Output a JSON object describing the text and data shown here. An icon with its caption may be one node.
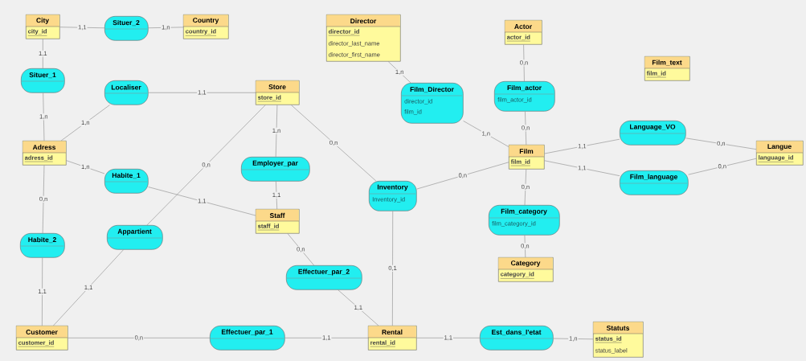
{
  "diagram": {
    "nodes": [
      {
        "text": [
          "City",
          "city_id"
        ]
      },
      {
        "text": [
          "Situer_2"
        ]
      },
      {
        "text": [
          "Country",
          "country_id"
        ]
      },
      {
        "text": [
          "Director",
          "director_id",
          "director_last_name",
          "director_first_name"
        ]
      },
      {
        "text": [
          "Actor",
          "actor_id"
        ]
      },
      {
        "text": [
          "Film_text",
          "film_id"
        ]
      },
      {
        "text": [
          "Situer_1"
        ]
      },
      {
        "text": [
          "Localiser"
        ]
      },
      {
        "text": [
          "Store",
          "store_id"
        ]
      },
      {
        "text": [
          "Film_Director",
          "director_id",
          "film_id"
        ]
      },
      {
        "text": [
          "Film_actor",
          "film_actor_id"
        ]
      },
      {
        "text": [
          "Adress",
          "adress_id"
        ]
      },
      {
        "text": [
          "Employer_par"
        ]
      },
      {
        "text": [
          "Habite_1"
        ]
      },
      {
        "text": [
          "Language_VO"
        ]
      },
      {
        "text": [
          "Film",
          "film_id"
        ]
      },
      {
        "text": [
          "Langue",
          "language_id"
        ]
      },
      {
        "text": [
          "Inventory",
          "Inventory_id"
        ]
      },
      {
        "text": [
          "Film_language"
        ]
      },
      {
        "text": [
          "Staff",
          "staff_id"
        ]
      },
      {
        "text": [
          "Habite_2"
        ]
      },
      {
        "text": [
          "Appartient"
        ]
      },
      {
        "text": [
          "Film_category",
          "film_category_id"
        ]
      },
      {
        "text": [
          "Category",
          "category_id"
        ]
      },
      {
        "text": [
          "Effectuer_par_2"
        ]
      },
      {
        "text": [
          "Customer",
          "customer_id"
        ]
      },
      {
        "text": [
          "Effectuer_par_1"
        ]
      },
      {
        "text": [
          "Rental",
          "rental_id"
        ]
      },
      {
        "text": [
          "Est_dans_l'etat"
        ]
      },
      {
        "text": [
          "Statuts",
          "status_id",
          "status_label"
        ]
      }
    ],
    "edges": [
      {
        "from": 0,
        "to": 1,
        "arrow": "none",
        "label": "1,1"
      },
      {
        "from": 1,
        "to": 2,
        "arrow": "none",
        "label": "1,n"
      },
      {
        "from": 0,
        "to": 6,
        "arrow": "none",
        "label": "1,1"
      },
      {
        "from": 6,
        "to": 11,
        "arrow": "none",
        "label": "1,n"
      },
      {
        "from": 7,
        "to": 11,
        "arrow": "none",
        "label": "1,n"
      },
      {
        "from": 7,
        "to": 8,
        "arrow": "none",
        "label": "1,1"
      },
      {
        "from": 3,
        "to": 9,
        "arrow": "none",
        "label": "1,n"
      },
      {
        "from": 9,
        "to": 15,
        "arrow": "none",
        "label": "1,n"
      },
      {
        "from": 4,
        "to": 10,
        "arrow": "none",
        "label": "0,n"
      },
      {
        "from": 10,
        "to": 15,
        "arrow": "none",
        "label": "0,n"
      },
      {
        "from": 8,
        "to": 12,
        "arrow": "none",
        "label": "1,n"
      },
      {
        "from": 12,
        "to": 19,
        "arrow": "none",
        "label": "1,1"
      },
      {
        "from": 8,
        "to": 17,
        "arrow": "none",
        "label": "0,n"
      },
      {
        "from": 8,
        "to": 21,
        "arrow": "none",
        "label": "0,n"
      },
      {
        "from": 11,
        "to": 13,
        "arrow": "none",
        "label": "1,n"
      },
      {
        "from": 13,
        "to": 19,
        "arrow": "none",
        "label": "1,1"
      },
      {
        "from": 15,
        "to": 14,
        "arrow": "none",
        "label": "1,1"
      },
      {
        "from": 14,
        "to": 16,
        "arrow": "none",
        "label": "0,n"
      },
      {
        "from": 15,
        "to": 18,
        "arrow": "none",
        "label": "1,1"
      },
      {
        "from": 18,
        "to": 16,
        "arrow": "none",
        "label": "0,n"
      },
      {
        "from": 17,
        "to": 15,
        "arrow": "none",
        "label": "0,n"
      },
      {
        "from": 15,
        "to": 22,
        "arrow": "none",
        "label": "0,n"
      },
      {
        "from": 22,
        "to": 23,
        "arrow": "none",
        "label": "0,n"
      },
      {
        "from": 11,
        "to": 20,
        "arrow": "none",
        "label": "0,n"
      },
      {
        "from": 20,
        "to": 25,
        "arrow": "none",
        "label": "1,1"
      },
      {
        "from": 21,
        "to": 25,
        "arrow": "none",
        "label": "1,1"
      },
      {
        "from": 19,
        "to": 24,
        "arrow": "none",
        "label": "0,n"
      },
      {
        "from": 24,
        "to": 27,
        "arrow": "none",
        "label": "1,1"
      },
      {
        "from": 25,
        "to": 26,
        "arrow": "none",
        "label": "0,n"
      },
      {
        "from": 26,
        "to": 27,
        "arrow": "none",
        "label": "1,1"
      },
      {
        "from": 17,
        "to": 27,
        "arrow": "none",
        "label": "0,1"
      },
      {
        "from": 27,
        "to": 28,
        "arrow": "none",
        "label": "1,1"
      },
      {
        "from": 28,
        "to": 29,
        "arrow": "none",
        "label": "1,n"
      }
    ]
  }
}
